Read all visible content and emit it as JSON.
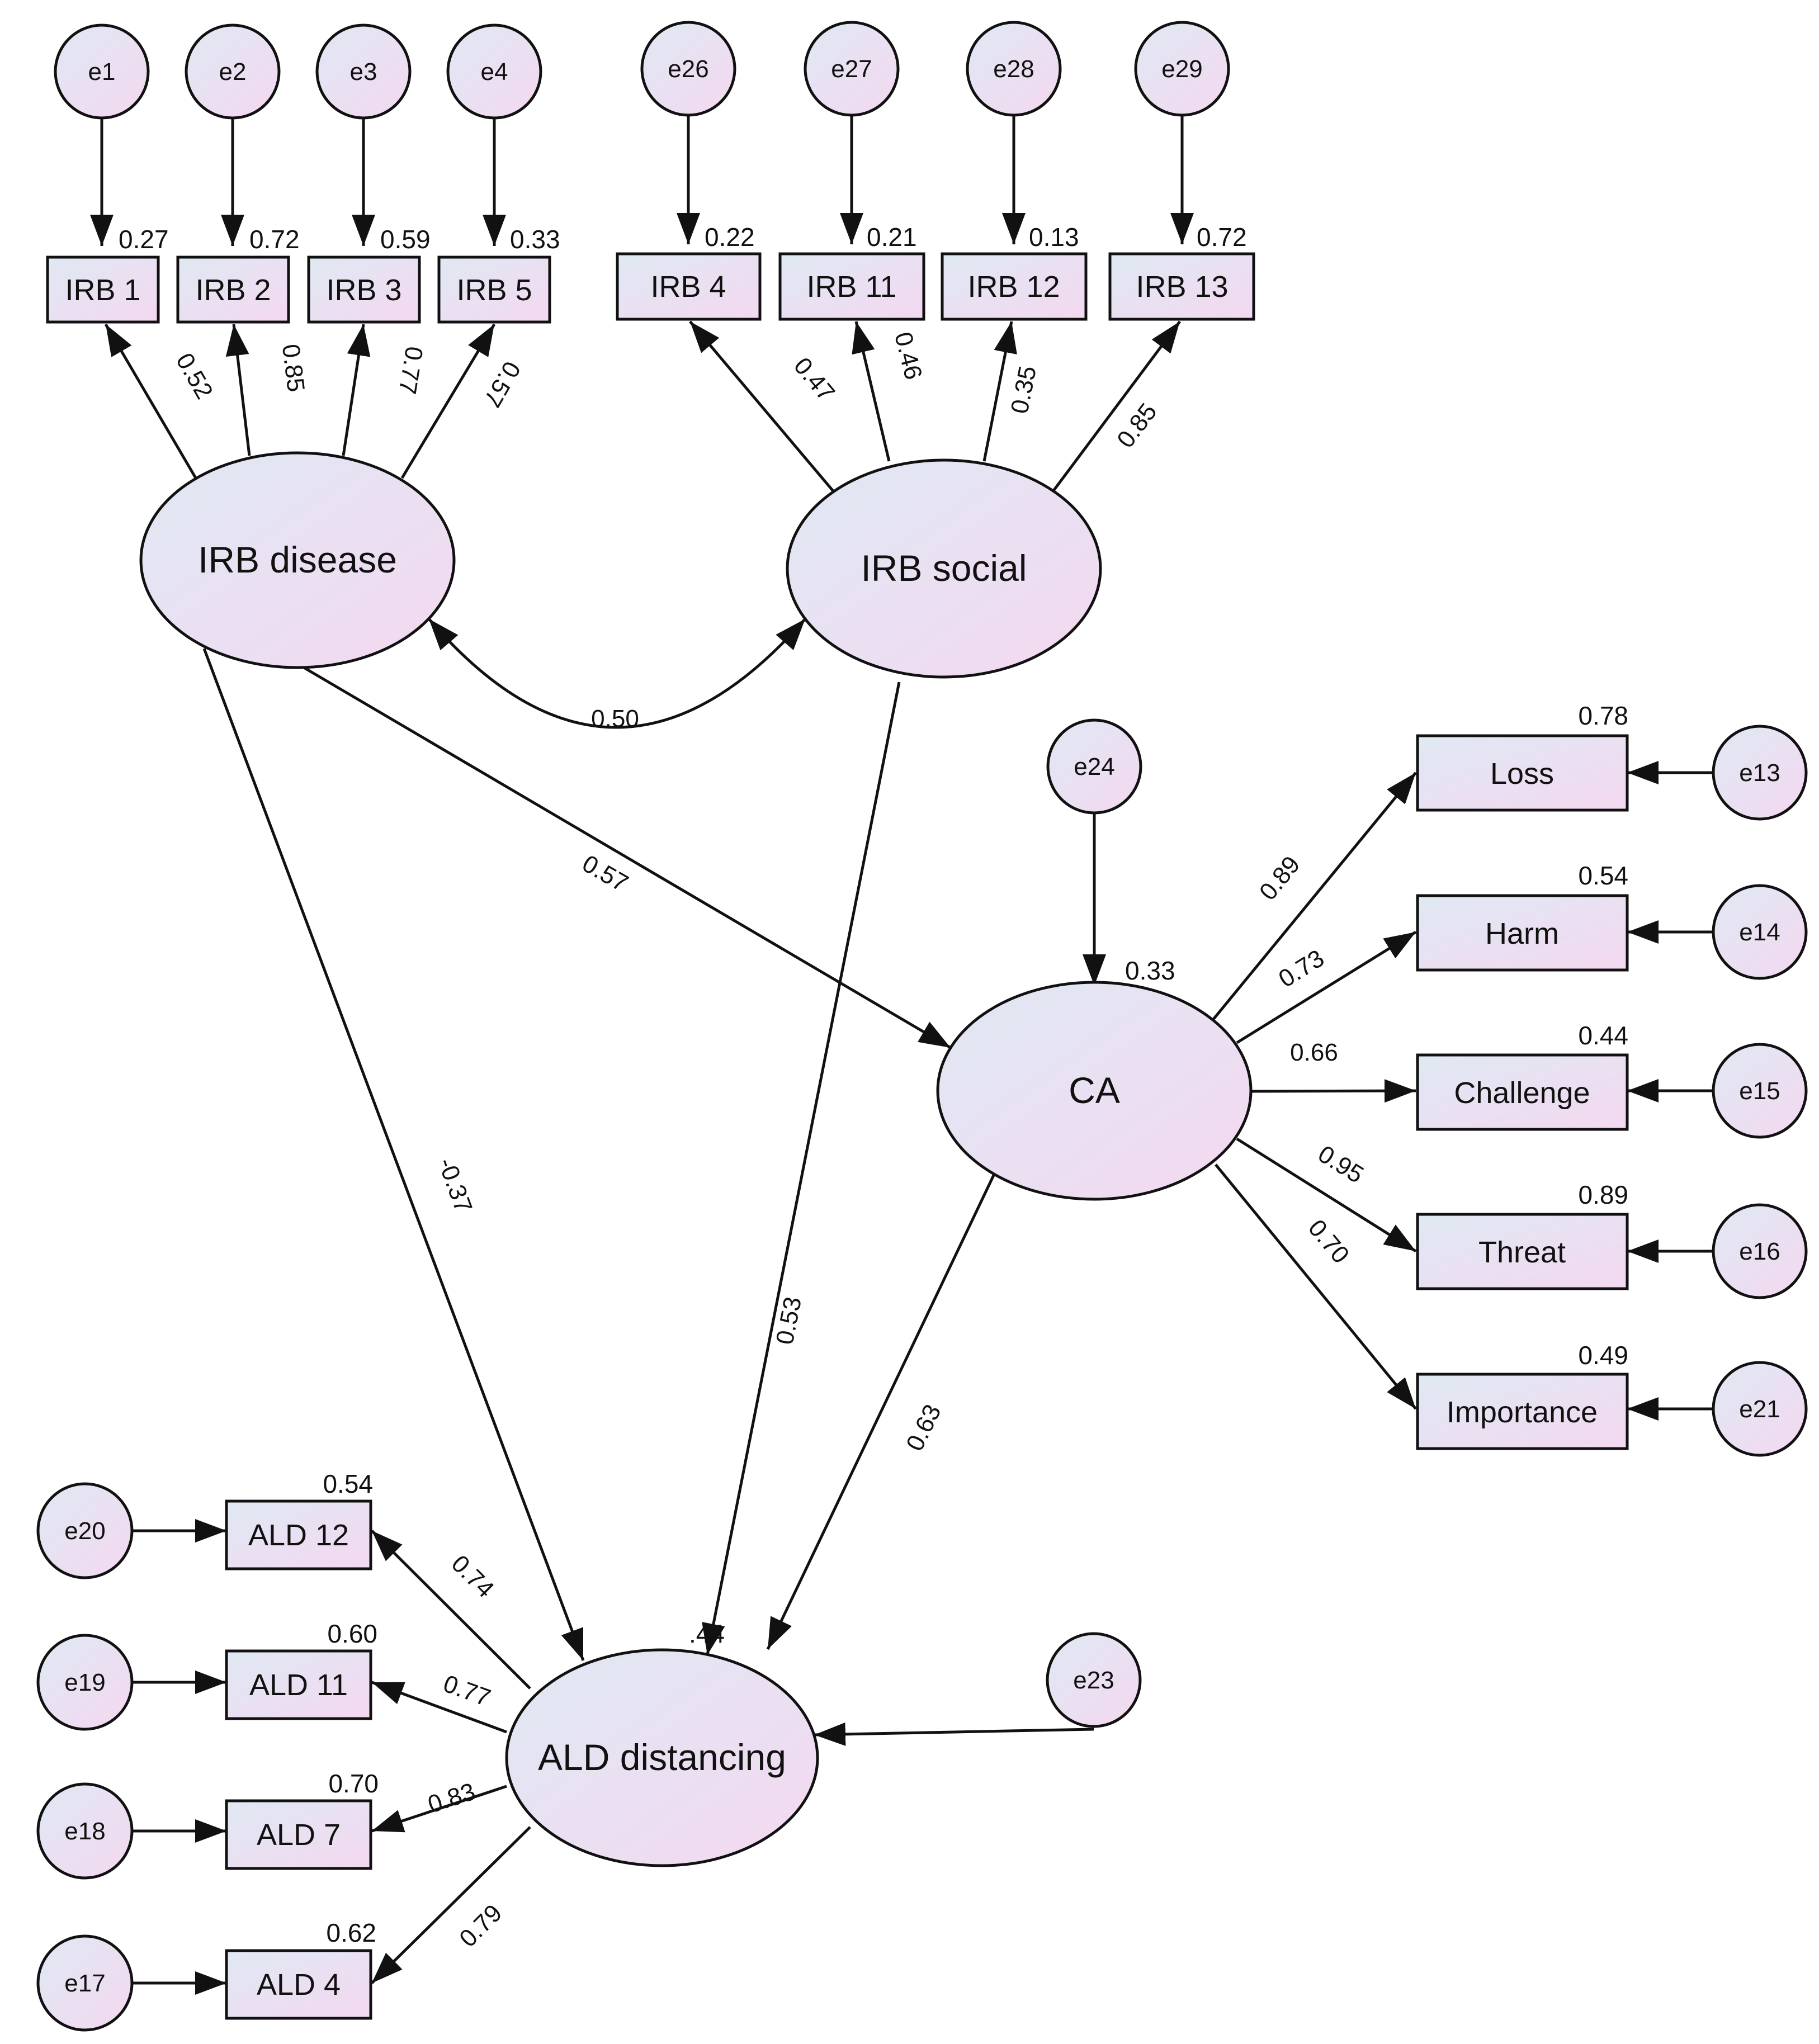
{
  "latents": [
    {
      "id": "irb_disease",
      "label": "IRB disease"
    },
    {
      "id": "irb_social",
      "label": "IRB social"
    },
    {
      "id": "ca",
      "label": "CA"
    },
    {
      "id": "ald",
      "label": "ALD distancing"
    }
  ],
  "indicators": [
    {
      "id": "irb1",
      "label": "IRB 1",
      "r2": "0.27"
    },
    {
      "id": "irb2",
      "label": "IRB 2",
      "r2": "0.72"
    },
    {
      "id": "irb3",
      "label": "IRB 3",
      "r2": "0.59"
    },
    {
      "id": "irb5",
      "label": "IRB 5",
      "r2": "0.33"
    },
    {
      "id": "irb4",
      "label": "IRB 4",
      "r2": "0.22"
    },
    {
      "id": "irb11",
      "label": "IRB 11",
      "r2": "0.21"
    },
    {
      "id": "irb12",
      "label": "IRB 12",
      "r2": "0.13"
    },
    {
      "id": "irb13",
      "label": "IRB 13",
      "r2": "0.72"
    },
    {
      "id": "loss",
      "label": "Loss",
      "r2": "0.78"
    },
    {
      "id": "harm",
      "label": "Harm",
      "r2": "0.54"
    },
    {
      "id": "challenge",
      "label": "Challenge",
      "r2": "0.44"
    },
    {
      "id": "threat",
      "label": "Threat",
      "r2": "0.89"
    },
    {
      "id": "importance",
      "label": "Importance",
      "r2": "0.49"
    },
    {
      "id": "ald12",
      "label": "ALD 12",
      "r2": "0.54"
    },
    {
      "id": "ald11",
      "label": "ALD 11",
      "r2": "0.60"
    },
    {
      "id": "ald7",
      "label": "ALD 7",
      "r2": "0.70"
    },
    {
      "id": "ald4",
      "label": "ALD 4",
      "r2": "0.62"
    }
  ],
  "errors": [
    "e1",
    "e2",
    "e3",
    "e4",
    "e26",
    "e27",
    "e28",
    "e29",
    "e24",
    "e13",
    "e14",
    "e15",
    "e16",
    "e21",
    "e20",
    "e19",
    "e18",
    "e17",
    "e23"
  ],
  "latent_r2": {
    "ca": "0.33",
    "ald": ".44"
  },
  "loadings": {
    "irb1": "0.52",
    "irb2": "0.85",
    "irb3": "0.77",
    "irb5": "0.57",
    "irb4": "0.47",
    "irb11": "0.46",
    "irb12": "0.35",
    "irb13": "0.85",
    "loss": "0.89",
    "harm": "0.73",
    "challenge": "0.66",
    "threat": "0.95",
    "importance": "0.70",
    "ald12": "0.74",
    "ald11": "0.77",
    "ald7": "0.83",
    "ald4": "0.79"
  },
  "paths": {
    "disease_ca": "0.57",
    "disease_ald": "-0.37",
    "social_ald": "0.53",
    "ca_ald": "0.63"
  },
  "covariance": {
    "disease_social": "0.50"
  },
  "colors": {
    "fill_start": "#dfe9f2",
    "fill_end": "#f4d8f1",
    "stroke": "#111111"
  }
}
